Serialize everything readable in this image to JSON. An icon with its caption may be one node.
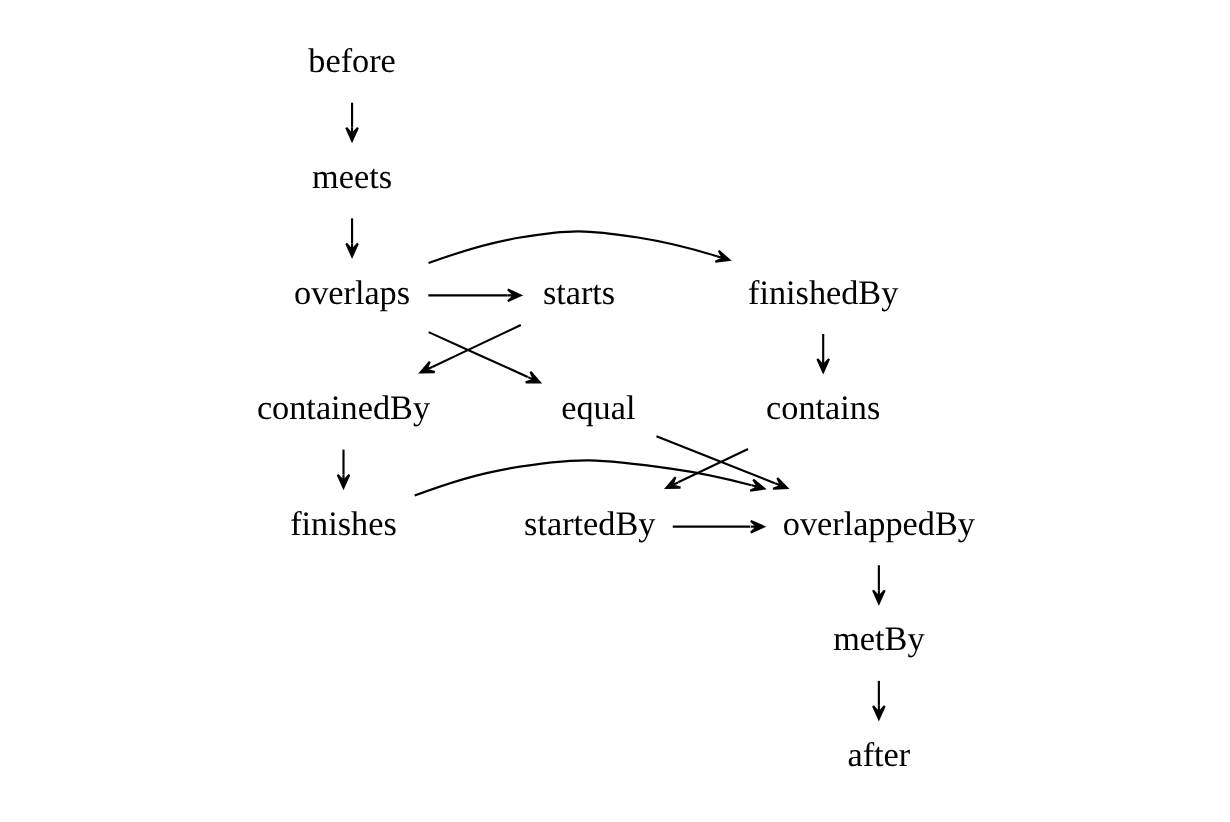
{
  "diagram": {
    "nodes": [
      {
        "text": [
          "before"
        ]
      },
      {
        "text": [
          "meets"
        ]
      },
      {
        "text": [
          "finishedBy"
        ]
      },
      {
        "text": [
          "overlaps"
        ]
      },
      {
        "text": [
          "starts"
        ]
      },
      {
        "text": [
          "contains"
        ]
      },
      {
        "text": [
          "equal"
        ]
      },
      {
        "text": [
          "containedBy"
        ]
      },
      {
        "text": [
          "startedBy"
        ]
      },
      {
        "text": [
          "overlappedBy"
        ]
      },
      {
        "text": [
          "finishes"
        ]
      },
      {
        "text": [
          "metBy"
        ]
      },
      {
        "text": [
          "after"
        ]
      }
    ],
    "edges": [
      {
        "from": 0,
        "to": 1,
        "arrow": "to"
      },
      {
        "from": 1,
        "to": 3,
        "arrow": "to"
      },
      {
        "from": 3,
        "to": 2,
        "arrow": "to"
      },
      {
        "from": 3,
        "to": 4,
        "arrow": "to"
      },
      {
        "from": 2,
        "to": 5,
        "arrow": "to"
      },
      {
        "from": 3,
        "to": 6,
        "arrow": "to"
      },
      {
        "from": 4,
        "to": 7,
        "arrow": "to"
      },
      {
        "from": 5,
        "to": 8,
        "arrow": "to"
      },
      {
        "from": 6,
        "to": 9,
        "arrow": "to"
      },
      {
        "from": 7,
        "to": 10,
        "arrow": "to"
      },
      {
        "from": 8,
        "to": 9,
        "arrow": "to"
      },
      {
        "from": 10,
        "to": 9,
        "arrow": "to"
      },
      {
        "from": 9,
        "to": 11,
        "arrow": "to"
      },
      {
        "from": 11,
        "to": 12,
        "arrow": "to"
      }
    ]
  }
}
